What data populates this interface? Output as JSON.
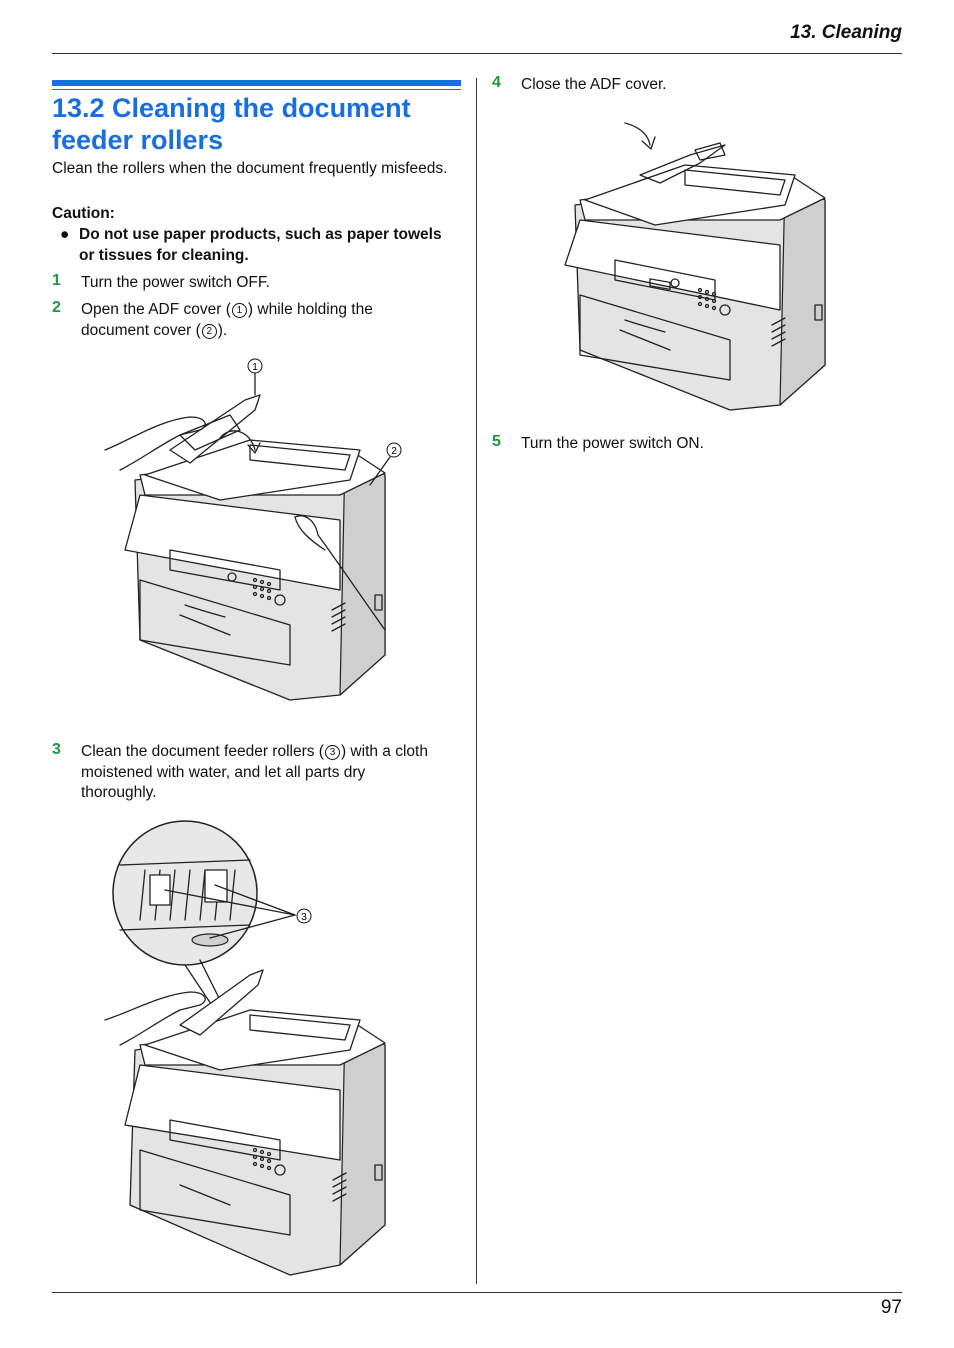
{
  "header": {
    "chapter": "13. Cleaning"
  },
  "section": {
    "title_line1": "13.2 Cleaning the document",
    "title_line2": "feeder rollers"
  },
  "intro": "Clean the rollers when the document frequently misfeeds.",
  "caution": {
    "label": "Caution:",
    "bullet_line1": "Do not use paper products, such as paper towels",
    "bullet_line2": "or tissues for cleaning."
  },
  "steps": [
    {
      "num": "1",
      "text": "Turn the power switch OFF."
    },
    {
      "num": "2",
      "line1_a": "Open the ADF cover (",
      "line1_b": ") while holding the",
      "line2_a": "document cover (",
      "line2_b": ")."
    },
    {
      "num": "3",
      "line1_a": "Clean the document feeder rollers (",
      "line1_b": ") with a cloth",
      "line2": "moistened with water, and let all parts dry",
      "line3": "thoroughly."
    },
    {
      "num": "4",
      "text": "Close the ADF cover."
    },
    {
      "num": "5",
      "text": "Turn the power switch ON."
    }
  ],
  "callouts": {
    "one": "1",
    "two": "2",
    "three": "3"
  },
  "footer": {
    "page_number": "97"
  }
}
